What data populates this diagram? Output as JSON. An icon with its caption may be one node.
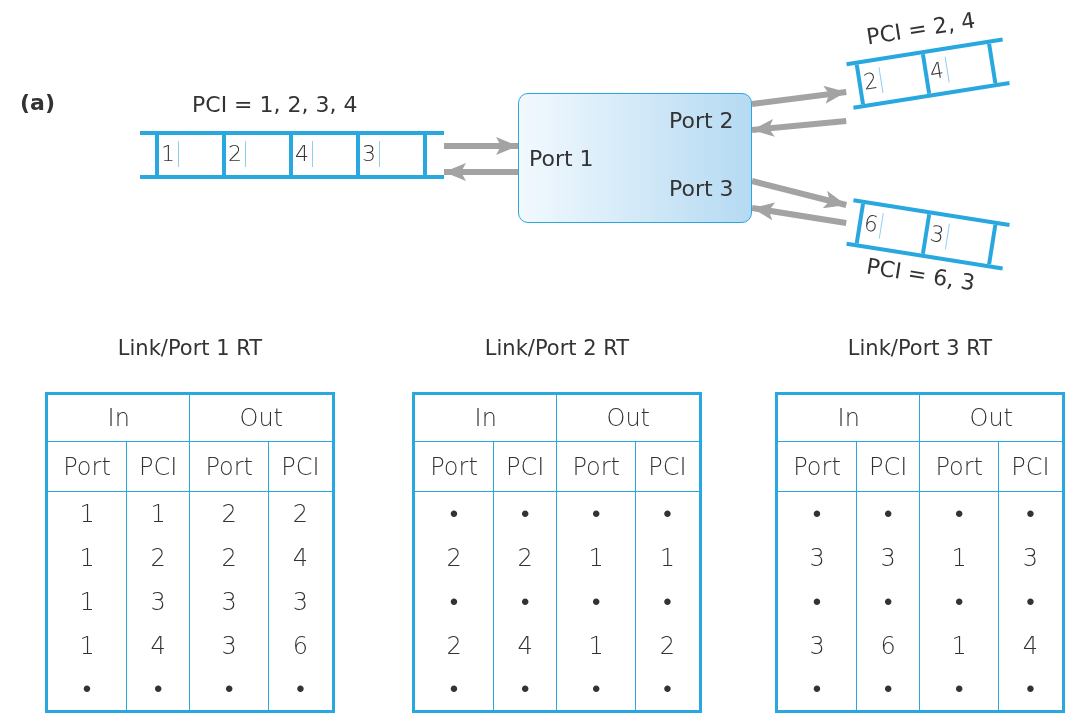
{
  "diagram": {
    "nodes": [
      {
        "text": [
          "1",
          "2",
          "4",
          "3"
        ],
        "beside": [
          "PCI = 1, 2, 3, 4"
        ]
      },
      {
        "text": [
          "Port 1",
          "Port 2",
          "Port 3"
        ]
      },
      {
        "text": [
          "2",
          "4"
        ],
        "beside": [
          "PCI = 2, 4"
        ]
      },
      {
        "text": [
          "6",
          "3"
        ],
        "beside": [
          "PCI = 6, 3"
        ]
      }
    ],
    "edges": [
      {
        "from": 0,
        "to": 1,
        "arrow": "to"
      },
      {
        "from": 1,
        "to": 0,
        "arrow": "to"
      },
      {
        "from": 1,
        "to": 2,
        "arrow": "to"
      },
      {
        "from": 2,
        "to": 1,
        "arrow": "to"
      },
      {
        "from": 1,
        "to": 3,
        "arrow": "to"
      },
      {
        "from": 3,
        "to": 1,
        "arrow": "to"
      }
    ],
    "labels": [
      "(a)",
      "Link/Port 1 RT",
      "Link/Port 2 RT",
      "Link/Port 3 RT",
      "In",
      "Out",
      "Port",
      "PCI",
      "Port",
      "PCI",
      "1",
      "1",
      "2",
      "2",
      "1",
      "2",
      "2",
      "4",
      "1",
      "3",
      "3",
      "3",
      "1",
      "4",
      "3",
      "6",
      "•",
      "•",
      "•",
      "•",
      "In",
      "Out",
      "Port",
      "PCI",
      "Port",
      "PCI",
      "•",
      "•",
      "•",
      "•",
      "2",
      "2",
      "1",
      "1",
      "•",
      "•",
      "•",
      "•",
      "2",
      "4",
      "1",
      "2",
      "•",
      "•",
      "•",
      "•",
      "In",
      "Out",
      "Port",
      "PCI",
      "Port",
      "PCI",
      "•",
      "•",
      "•",
      "•",
      "3",
      "3",
      "1",
      "3",
      "•",
      "•",
      "•",
      "•",
      "3",
      "6",
      "1",
      "4",
      "•",
      "•",
      "•",
      "•"
    ]
  }
}
